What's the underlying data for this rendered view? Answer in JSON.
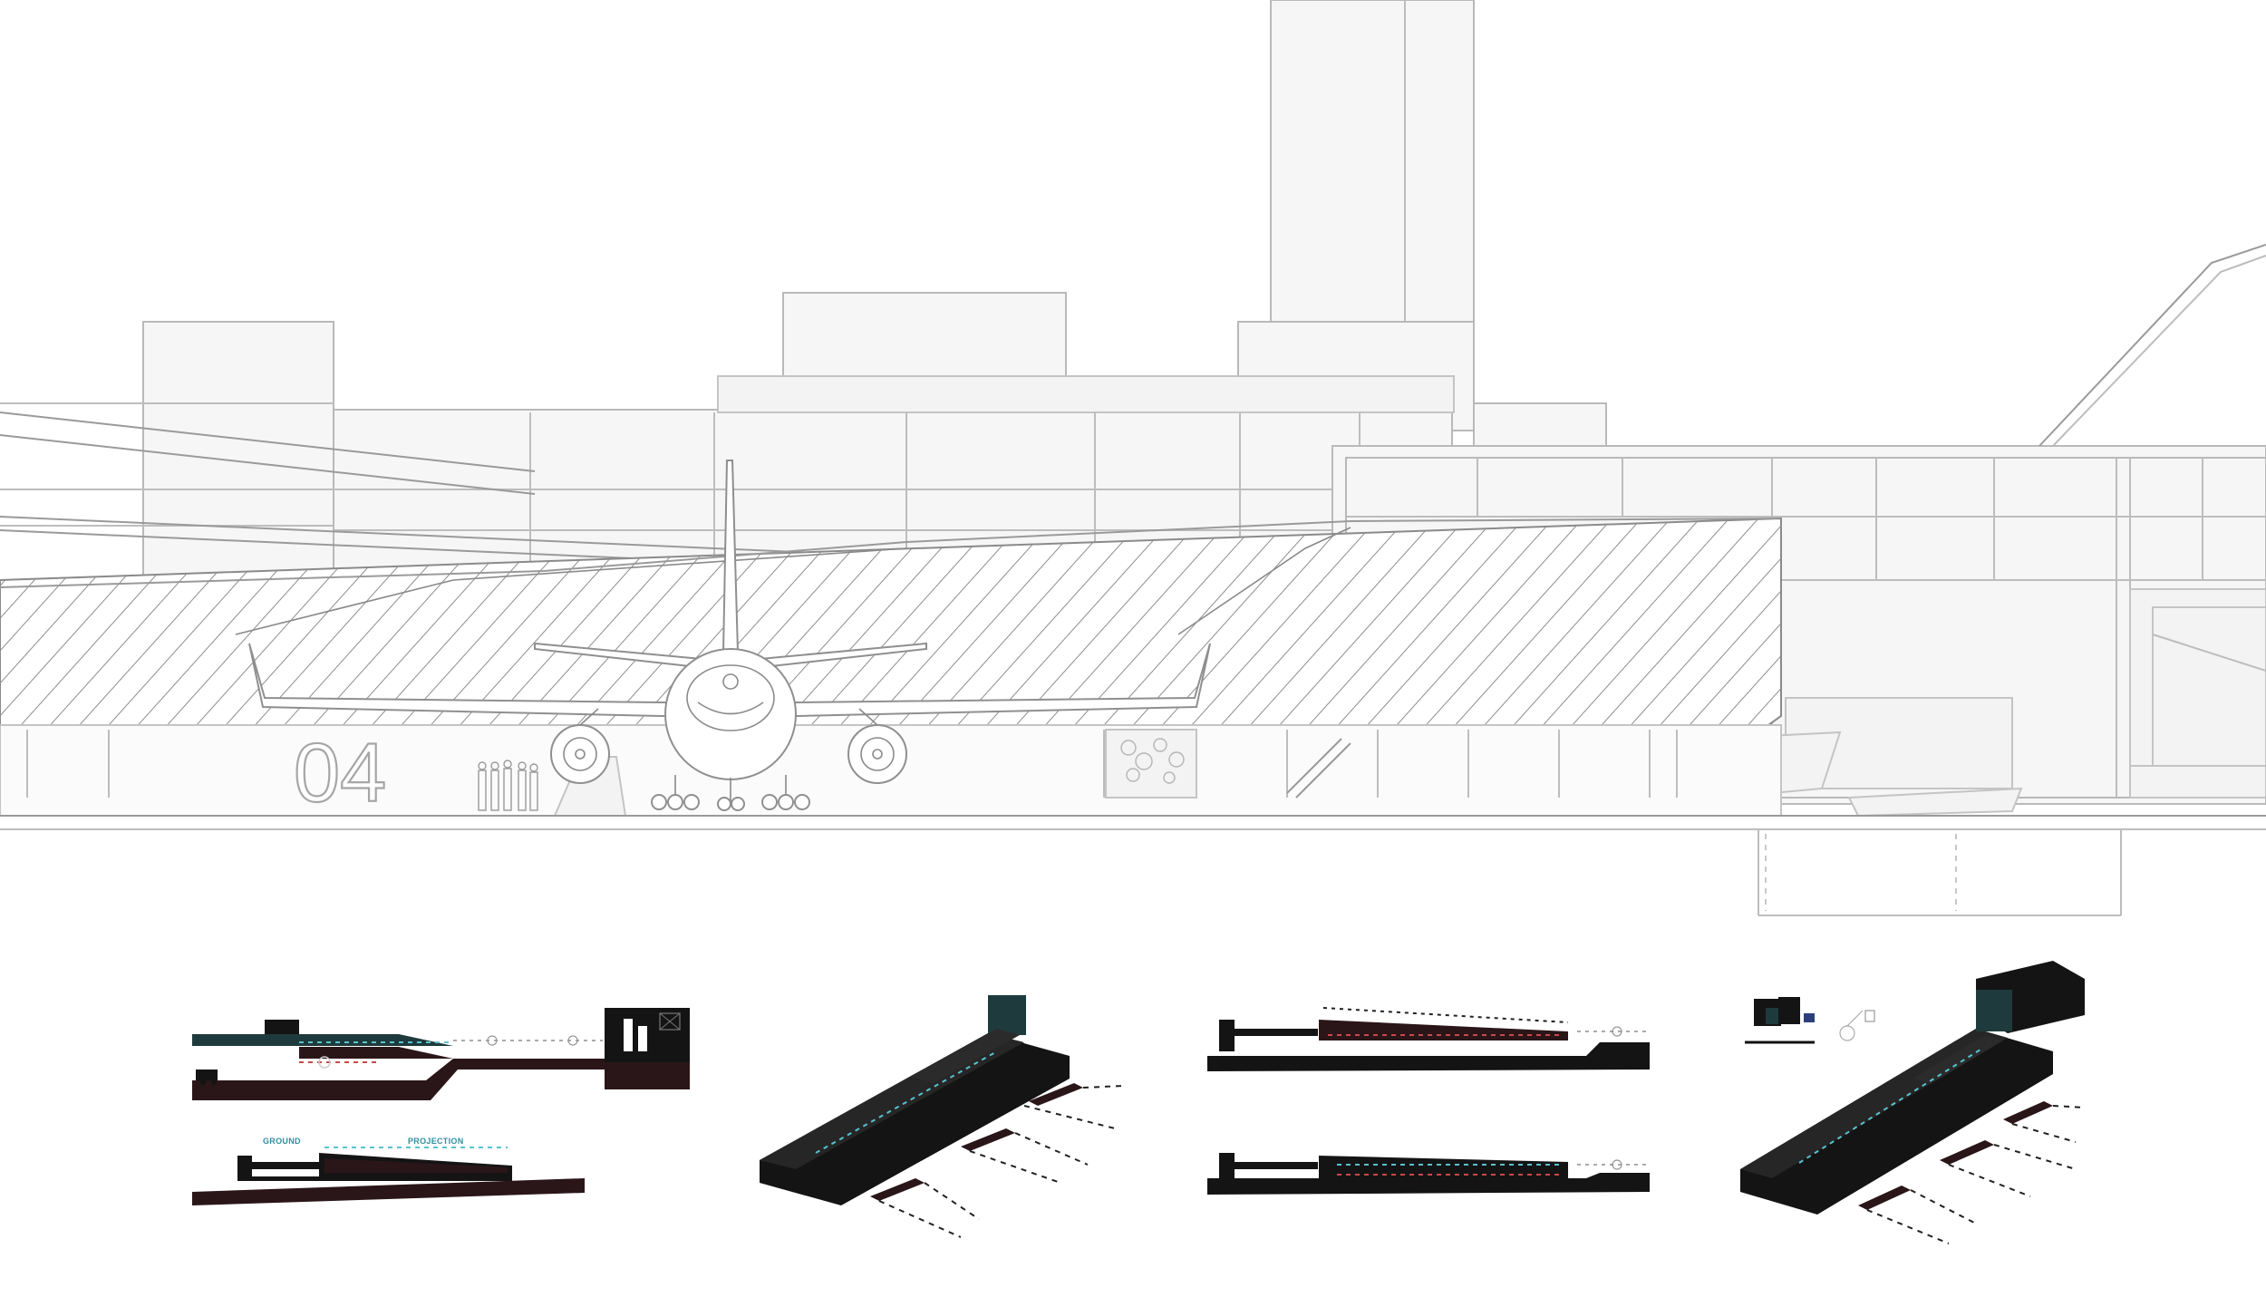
{
  "section": {
    "gate_number": "04"
  },
  "diagrams": {
    "diagram_1": {
      "label_ground": "GROUND",
      "label_projection": "PROJECTION"
    }
  },
  "colors": {
    "structure_line": "#bdbdbd",
    "diagram_black": "#141414",
    "diagram_brown": "#2a1618",
    "diagram_teal": "#1f3a3c",
    "arrow_cyan": "#58c2d0",
    "arrow_red": "#c94848"
  }
}
